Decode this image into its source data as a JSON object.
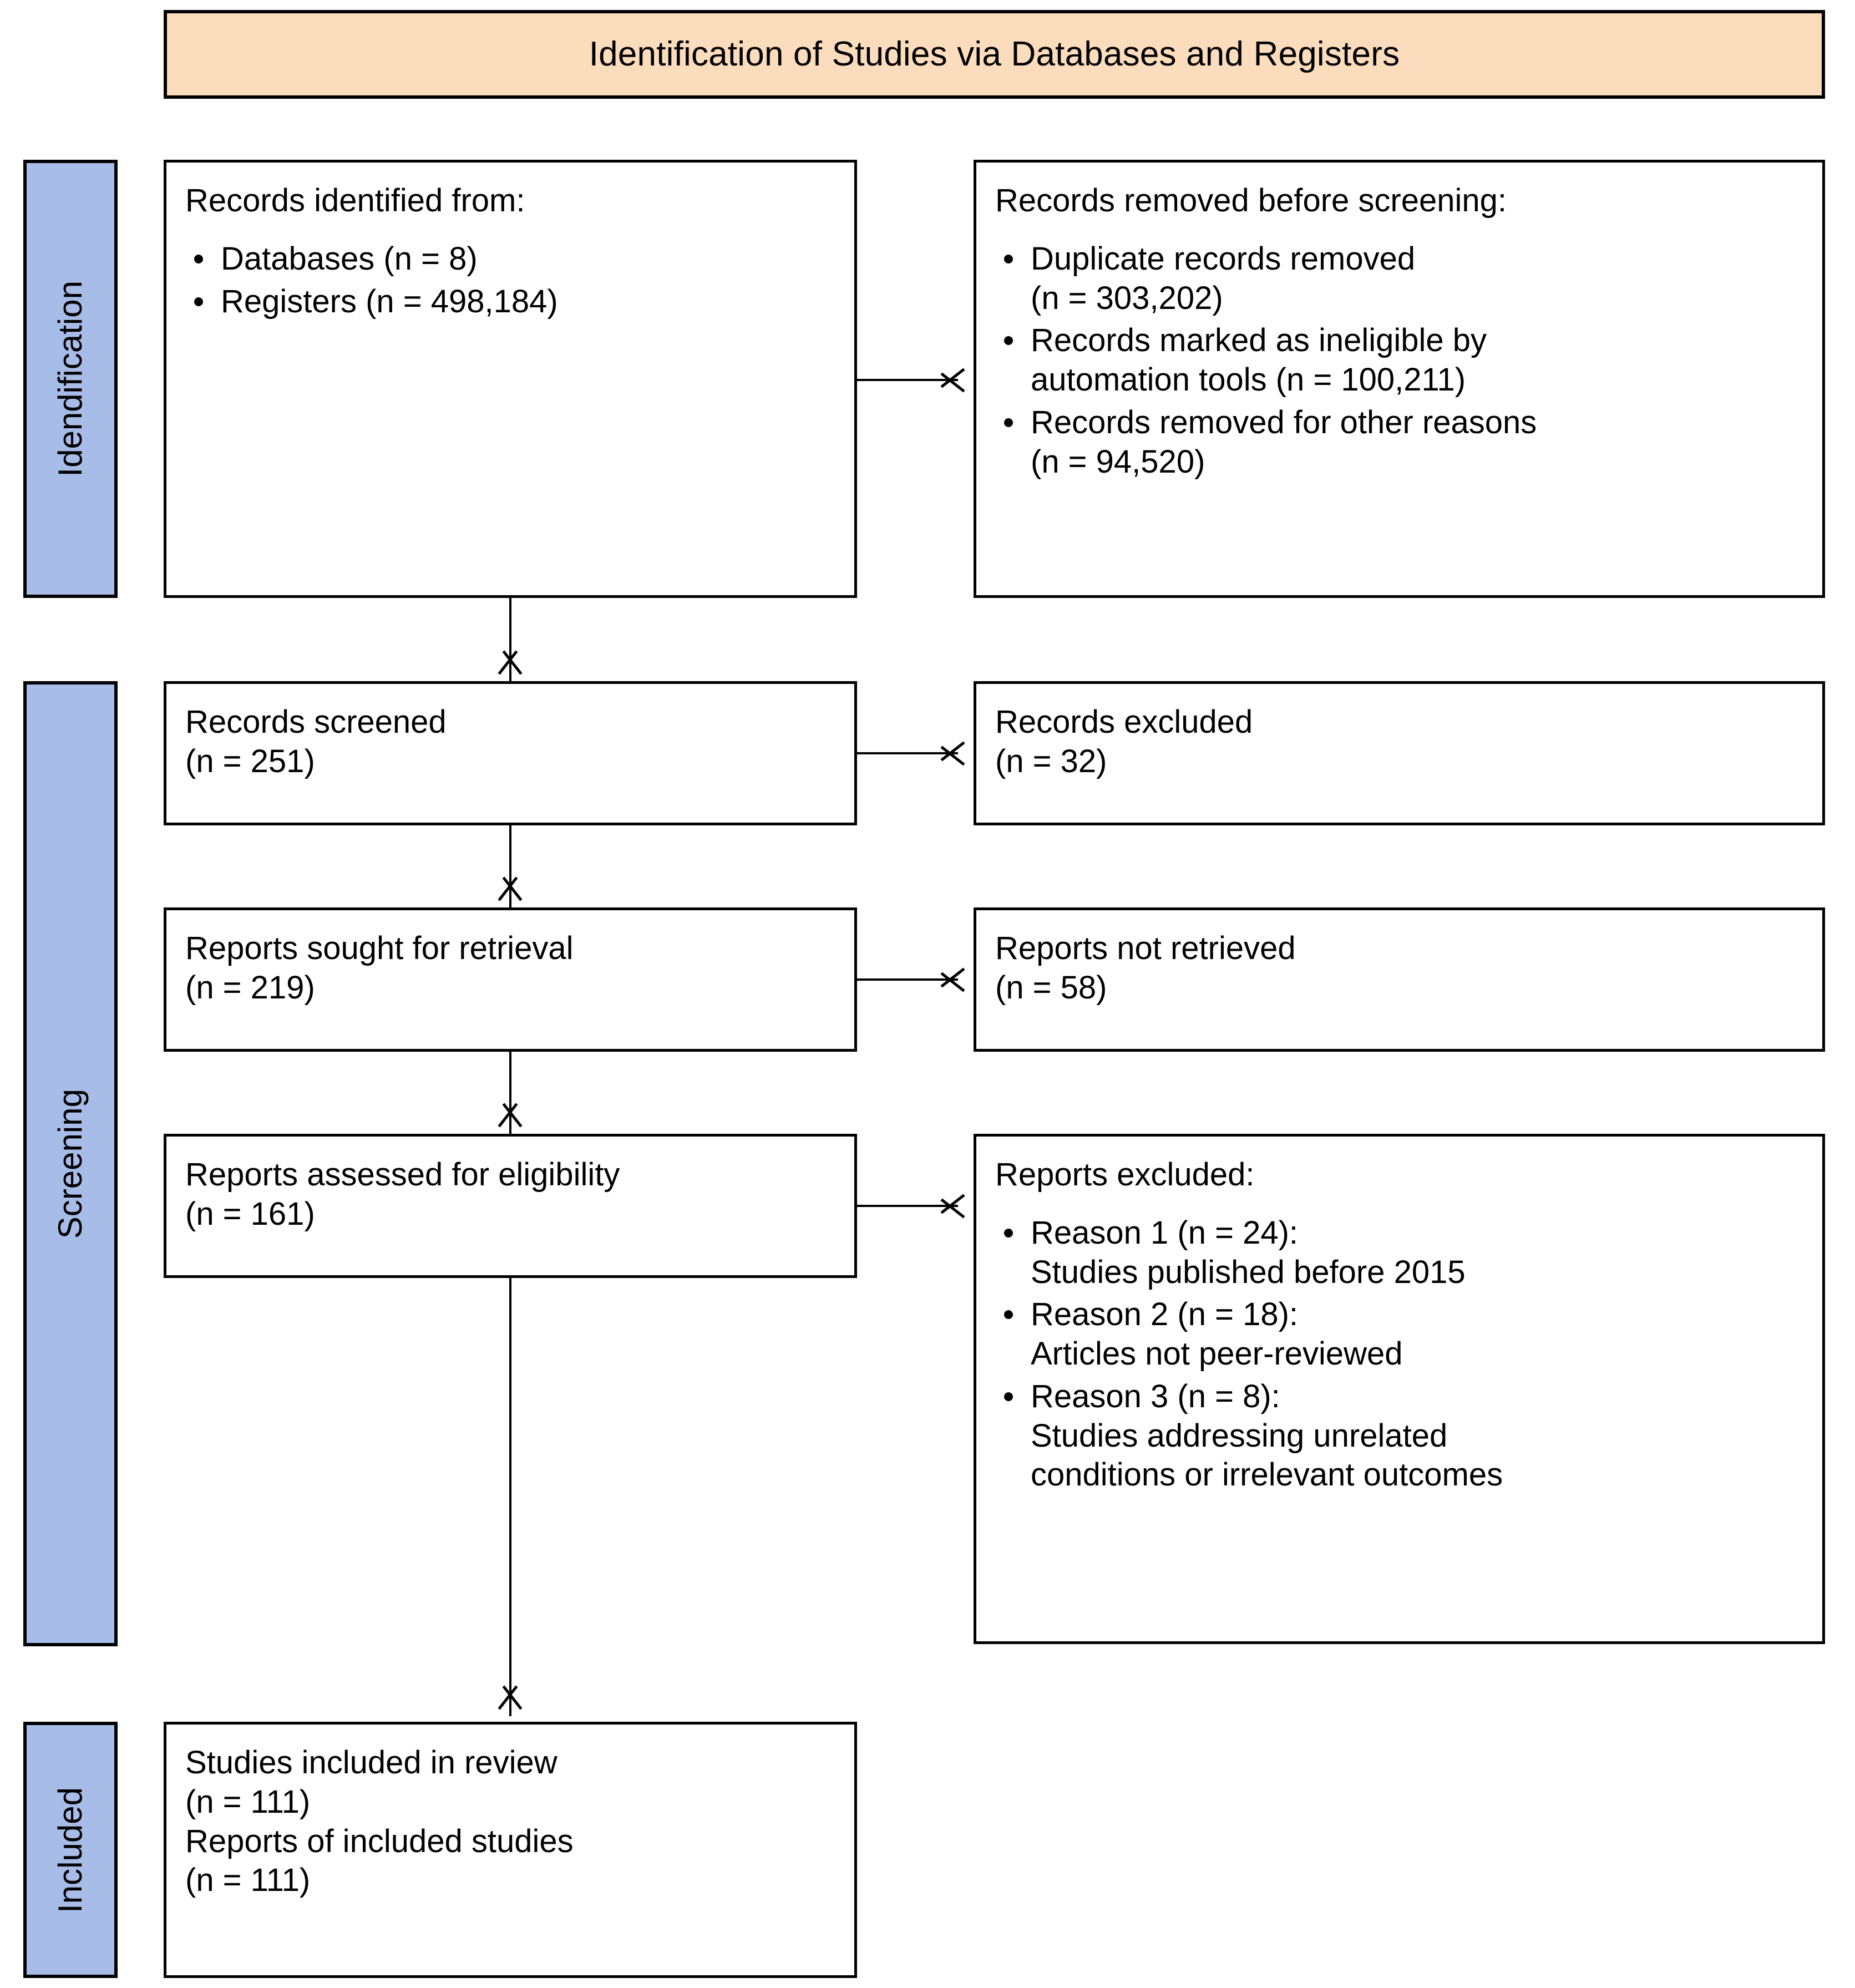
{
  "banner": {
    "title": "Identification of Studies via Databases and Registers"
  },
  "stages": {
    "identification": "Idendification",
    "screening": "Screening",
    "included": "Included"
  },
  "boxes": {
    "records_identified": {
      "title": "Records identified from:",
      "bullets": [
        "Databases (n = 8)",
        "Registers (n = 498,184)"
      ]
    },
    "records_removed": {
      "title": "Records removed before screening:",
      "bullets": [
        "Duplicate records removed\n(n = 303,202)",
        "Records marked as ineligible by\nautomation tools (n = 100,211)",
        "Records removed for other reasons\n(n = 94,520)"
      ]
    },
    "records_screened": {
      "title": "Records screened\n(n = 251)"
    },
    "records_excluded": {
      "title": "Records excluded\n(n = 32)"
    },
    "reports_sought": {
      "title": "Reports sought for retrieval\n(n = 219)"
    },
    "reports_not_retrieved": {
      "title": "Reports not retrieved\n(n = 58)"
    },
    "reports_assessed": {
      "title": "Reports assessed for eligibility\n(n = 161)"
    },
    "reports_excluded": {
      "title": "Reports excluded:",
      "bullets": [
        "Reason 1 (n = 24):\nStudies published before 2015",
        "Reason 2 (n = 18):\nArticles not peer-reviewed",
        "Reason 3 (n = 8):\nStudies addressing unrelated\nconditions or irrelevant outcomes"
      ]
    },
    "studies_included": {
      "title": "Studies included in review\n(n = 111)\nReports of included studies\n(n = 111)"
    }
  },
  "colors": {
    "banner_fill": "#FBDCBC",
    "stage_fill": "#A8BCE8",
    "box_fill": "#FFFFFF",
    "stroke": "#000000"
  }
}
